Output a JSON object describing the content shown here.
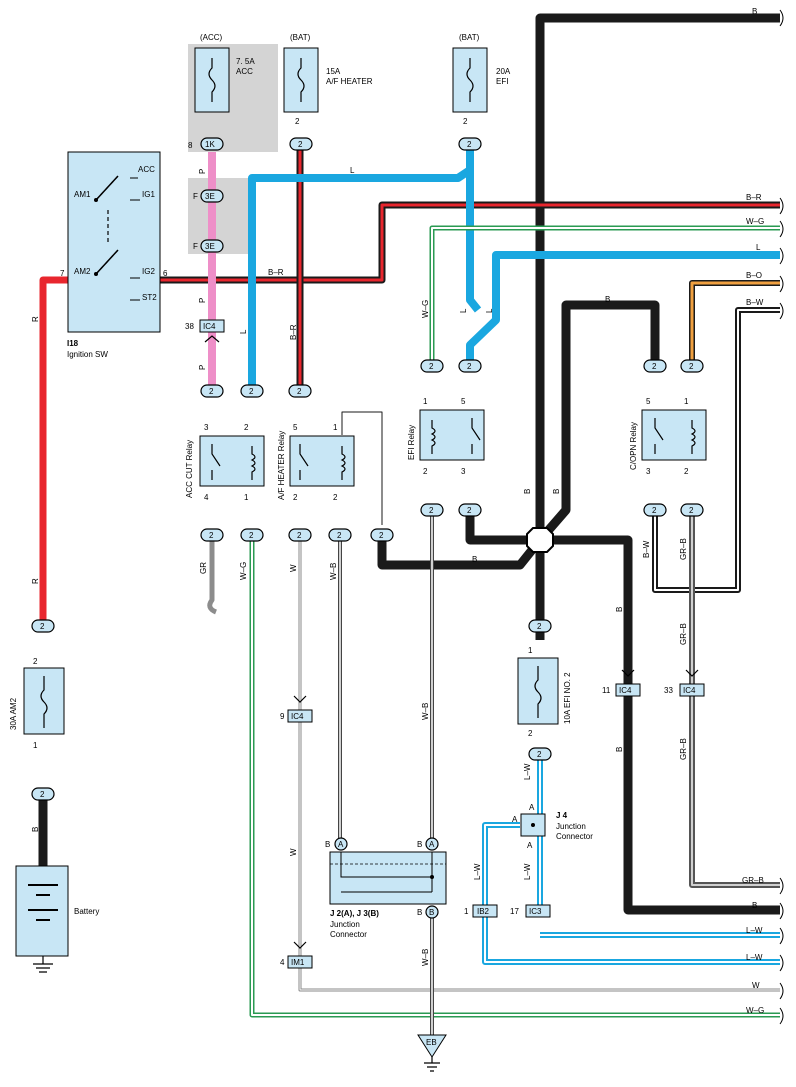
{
  "title": "",
  "sources": {
    "acc": "(ACC)",
    "bat1": "(BAT)",
    "bat2": "(BAT)"
  },
  "fuses": {
    "acc": {
      "rating": "7. 5A",
      "name": "ACC",
      "pin": "8",
      "conn": "1K"
    },
    "afheater": {
      "rating": "15A",
      "name": "A/F HEATER",
      "pin": "2",
      "conn": "2"
    },
    "efi": {
      "rating": "20A",
      "name": "EFI",
      "pin": "2",
      "conn": "2"
    },
    "am2": {
      "label": "30A AM2",
      "pin_top": "2",
      "pin_bottom": "1"
    },
    "efi_no2": {
      "label": "10A EFI NO. 2",
      "pin_top": "1",
      "pin_bottom": "2"
    }
  },
  "ignition_switch": {
    "code": "I18",
    "name": "Ignition SW",
    "terminals": {
      "am1": "AM1",
      "am2": "AM2",
      "acc": "ACC",
      "ig1": "IG1",
      "ig2": "IG2",
      "st2": "ST2"
    },
    "pin_am2": "7",
    "pin_ig2": "6"
  },
  "relays": {
    "acc_cut": {
      "name": "ACC CUT Relay",
      "pins": [
        "3",
        "2",
        "4",
        "1"
      ]
    },
    "af_heater": {
      "name": "A/F HEATER Relay",
      "pins": [
        "5",
        "1",
        "2",
        "2"
      ]
    },
    "efi": {
      "name": "EFI Relay",
      "pins": [
        "1",
        "5",
        "2",
        "3"
      ]
    },
    "copn": {
      "name": "C/OPN Relay",
      "pins": [
        "5",
        "1",
        "3",
        "2"
      ]
    }
  },
  "connectors": {
    "f3e_top": {
      "pin": "F",
      "code": "3E"
    },
    "f3e_bottom": {
      "pin": "F",
      "code": "3E"
    },
    "ic4_38": {
      "pin": "38",
      "code": "IC4"
    },
    "ic4_9": {
      "pin": "9",
      "code": "IC4"
    },
    "ic4_11": {
      "pin": "11",
      "code": "IC4"
    },
    "ic4_33": {
      "pin": "33",
      "code": "IC4"
    },
    "im1_4": {
      "pin": "4",
      "code": "IM1"
    },
    "ib2_1": {
      "pin": "1",
      "code": "IB2"
    },
    "ic3_17": {
      "pin": "17",
      "code": "IC3"
    },
    "two": "2"
  },
  "junction_j23": {
    "code": "J 2(A), J 3(B)",
    "name1": "Junction",
    "name2": "Connector",
    "a": "A",
    "b": "B"
  },
  "junction_j4": {
    "code": "J 4",
    "name1": "Junction",
    "name2": "Connector",
    "a": "A"
  },
  "battery": {
    "name": "Battery"
  },
  "ground": {
    "name": "EB"
  },
  "wire_colors": {
    "B": "B",
    "BR": "B–R",
    "WG": "W–G",
    "L": "L",
    "BO": "B–O",
    "BW": "B–W",
    "GRB": "GR–B",
    "LW": "L–W",
    "W": "W",
    "WB": "W–B",
    "P": "P",
    "R": "R",
    "GR": "GR"
  },
  "colors": {
    "black": "#1a1a1a",
    "red": "#e8262e",
    "blue": "#1aa7e0",
    "pink": "#ee8fc8",
    "orange": "#f0a040",
    "green": "#2a9a52",
    "grey": "#8c8c8c",
    "component": "#c8e6f5",
    "shade": "#d4d4d4"
  }
}
